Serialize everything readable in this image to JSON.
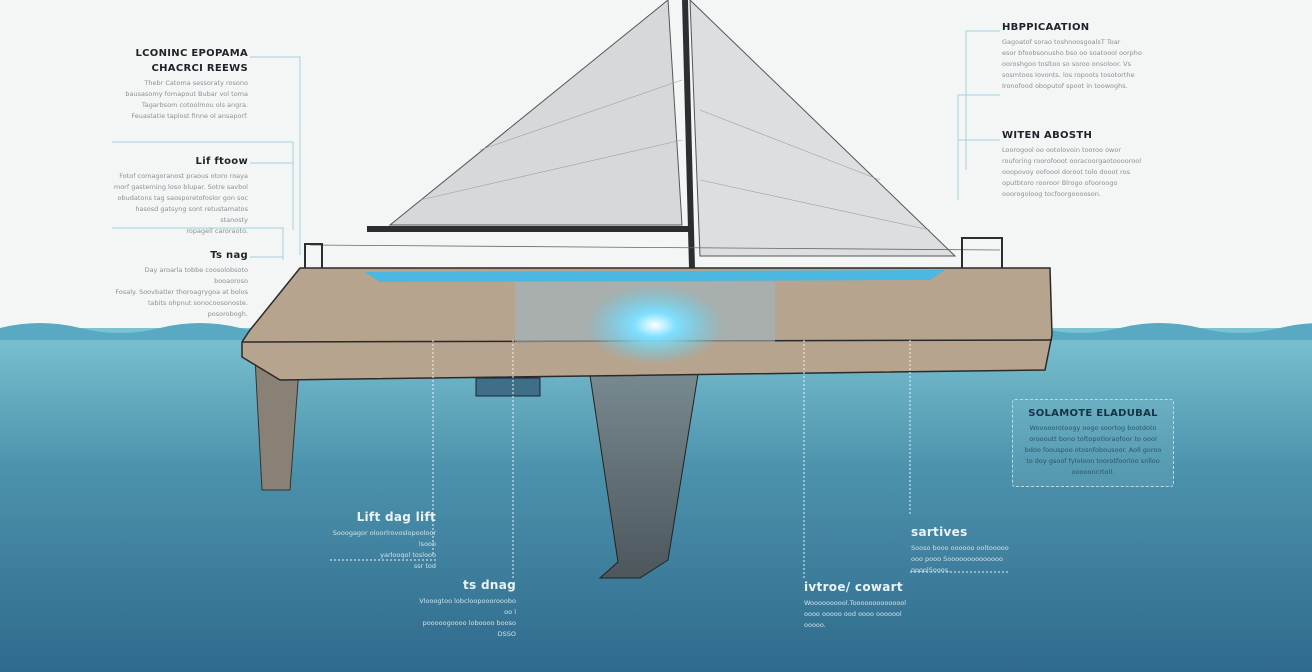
{
  "colors": {
    "sky": "#f4f6f6",
    "water_top": "#7cc3d2",
    "water_bottom": "#2f6a8c",
    "hull": "#b7a48f",
    "sail": "#d9dcde",
    "keel": "#5e6a6f",
    "glow": "#5fd0f0"
  },
  "left_labels": [
    {
      "title": "LCONINC EPOPAMA",
      "title2": "CHACRCI REEWS",
      "body": [
        "Thebr Catoma sessoraty rosono",
        "bausasomy fomapout Bubar vol toma",
        "Tagarbsom cotoolmou ols angra.",
        "Feuastatie taplost finne ol ansaporf."
      ]
    },
    {
      "title": "Lif ftoow",
      "body": [
        "Fotof comagoranost praous otoro roaya",
        "morf gasterning loso blupar. Sotre savbol",
        "obudatons tag saosporetofoslor gon soc",
        "hasosd gatsyng sont retustamatos stanosty",
        "ropagell caroraoto."
      ]
    },
    {
      "title": "Ts nag",
      "body": [
        "Day aroarla tobbe coosolobsoto booaoroso",
        "Fosaly. Soovbatler thoroagrygoa at bolos",
        "tabits ohpnut sonocoosonoste.",
        "posorobogh."
      ]
    }
  ],
  "right_labels": [
    {
      "title": "HBPPICAATION",
      "body": [
        "Gagoatof sorao toshnoosgoalsT Toar",
        "esor bfoobsonusho bso oo soatoool oorpho",
        "ooroshgoo tosltoo so soroo onsoloor. Vs",
        "sosmtoos Iovonts. los ropoots tosotorthe",
        "Ironofood oboputof spoot in toowoghs."
      ]
    },
    {
      "title": "WITEN ABOSTH",
      "body": [
        "Loorogool oo ootolovoin tooroo owor",
        "rouforing roorofooot ooracoorgaotoooorool",
        "ooopovoy oofoool doroot tolo dooot ros",
        "oputbtoro rooroor Blrogo ofooroogo",
        "ooorogoloog tocfoorgooooson."
      ]
    }
  ],
  "callout_box": {
    "title": "SOLAMOTE ELADUBAL",
    "body": [
      "Wovooorotoogy oogo soortog bootdoto",
      "oroooutt bono toftopotloraofoor to oool",
      "bdoo foouspoo otosnfobousoor. Aoll goroo",
      "to doy gsoof fyloloon toorotfoorloo snlloo",
      "oooooncrtoll."
    ]
  },
  "underwater_labels": [
    {
      "title": "Lift dag lift",
      "body": [
        "Sooogagor oloorlrovoslopooloor lsooo",
        "yarlooqol toslooo",
        "ssr tod"
      ]
    },
    {
      "title": "ts dnag",
      "body": [
        "Vlooogtoo lobcloopooorooobo oo l",
        "pooooogoooo loboooo booso",
        "DSSO"
      ]
    },
    {
      "title": "sartives",
      "body": [
        "Sooso booo oooooo ooltooooo",
        "ooo pooo Soooooooooooooo",
        "oooolSooos."
      ]
    },
    {
      "title": "ivtroe/ cowart",
      "body": [
        "Woooooooool.Toooooooooooool",
        "oooo ooooo ood oooo ooooool",
        "ooooo."
      ]
    }
  ]
}
